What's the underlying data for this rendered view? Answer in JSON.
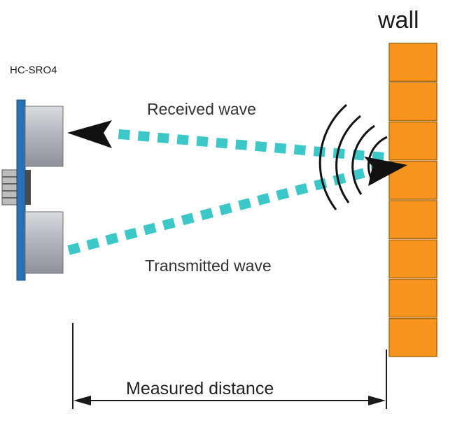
{
  "labels": {
    "sensor": "HC-SRO4",
    "wall": "wall",
    "received": "Received wave",
    "transmitted": "Transmitted wave",
    "distance": "Measured distance"
  },
  "colors": {
    "wave": "#3cc8c8",
    "brick": "#f7941d",
    "brick_edge": "#b06a10",
    "board": "#2a6fb0",
    "transducer": "#b9bcc2",
    "line": "#1a1a1a"
  },
  "wall": {
    "bricks": 8
  },
  "icons": [
    "ultrasonic-sensor-icon",
    "arrowhead-icon",
    "sound-arcs-icon"
  ]
}
